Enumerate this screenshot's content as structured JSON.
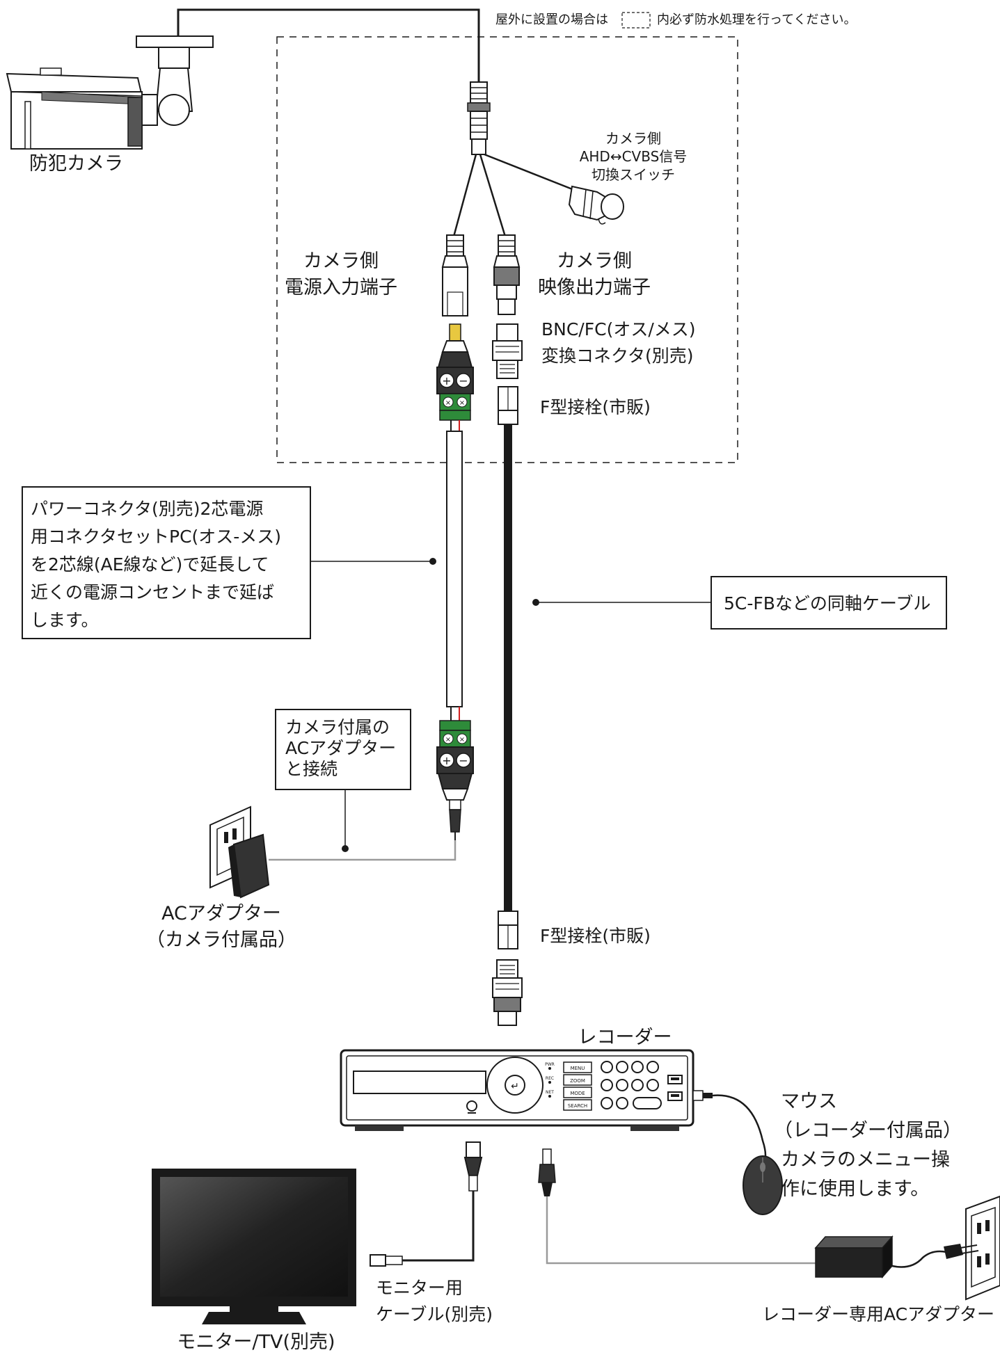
{
  "notice": {
    "before": "屋外に設置の場合は",
    "after": "内必ず防水処理を行ってください。"
  },
  "labels": {
    "camera": "防犯カメラ",
    "switch": [
      "カメラ側",
      "AHD↔CVBS信号",
      "切換スイッチ"
    ],
    "power_terminal": [
      "カメラ側",
      "電源入力端子"
    ],
    "video_terminal": [
      "カメラ側",
      "映像出力端子"
    ],
    "bnc_converter": [
      "BNC/FC(オス/メス)",
      "変換コネクタ(別売)"
    ],
    "f_plug_top": "F型接栓(市販)",
    "f_plug_bottom": "F型接栓(市販)",
    "power_box": [
      "パワーコネクタ(別売)2芯電源",
      "用コネクタセットPC(オス-メス)",
      "を2芯線(AE線など)で延長して",
      "近くの電源コンセントまで延ば",
      "します。"
    ],
    "coax_box": "5C-FBなどの同軸ケーブル",
    "adapter_box": [
      "カメラ付属の",
      "ACアダプター",
      "と接続"
    ],
    "ac_adapter": [
      "ACアダプター",
      "（カメラ付属品）"
    ],
    "recorder": "レコーダー",
    "recorder_buttons": [
      "MENU",
      "ZOOM",
      "MODE",
      "SEARCH"
    ],
    "recorder_leds": [
      "PWR",
      "REC",
      "NET"
    ],
    "mouse": [
      "マウス",
      "（レコーダー付属品）",
      "カメラのメニュー操",
      "作に使用します。"
    ],
    "monitor_cable": [
      "モニター用",
      "ケーブル(別売)"
    ],
    "monitor": "モニター/TV(別売)",
    "recorder_adapter": "レコーダー専用ACアダプター"
  },
  "colors": {
    "line": "#1a1a1a",
    "gray_wire": "#9a9a9a",
    "terminal_green": "#2e8b3a",
    "wire_red": "#d22020",
    "pin_yellow": "#e8c840"
  }
}
